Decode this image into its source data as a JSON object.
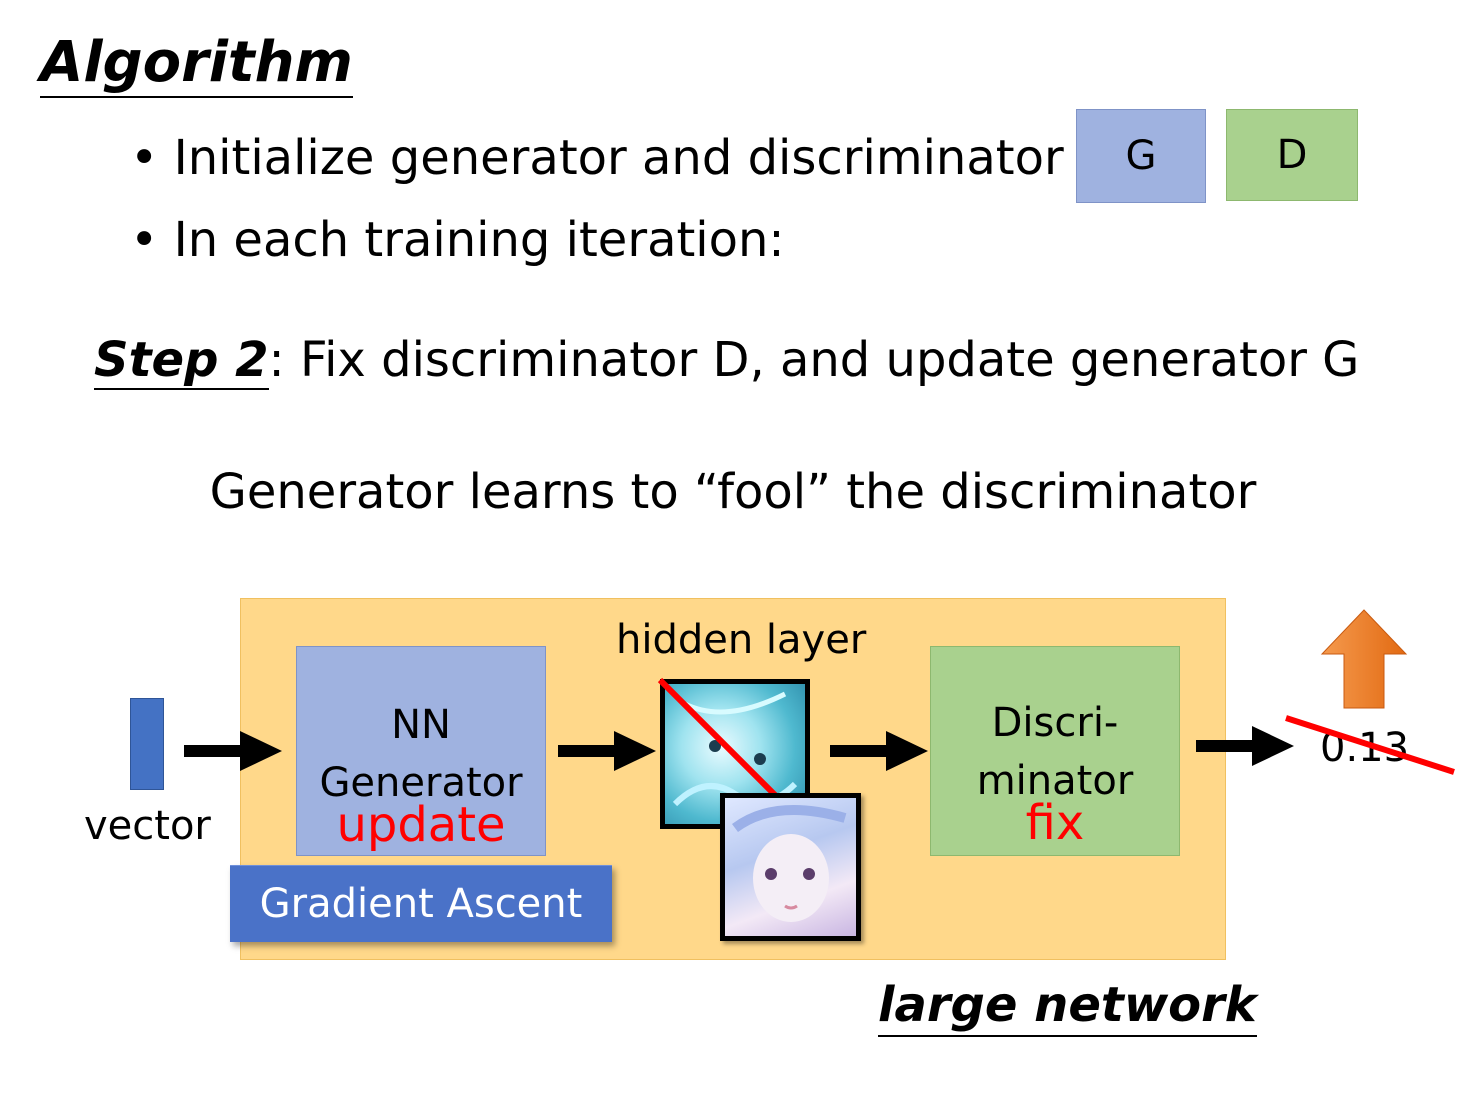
{
  "title": "Algorithm",
  "bullets": [
    "Initialize generator and discriminator",
    "In each training iteration:"
  ],
  "legend_boxes": {
    "g": "G",
    "d": "D"
  },
  "step": {
    "label": "Step 2",
    "text": ": Fix discriminator D, and update generator G"
  },
  "subtitle": "Generator learns to “fool” the discriminator",
  "diagram": {
    "input_label": "vector",
    "generator": {
      "line1": "NN",
      "line2": "Generator",
      "status": "update"
    },
    "hidden_label": "hidden layer",
    "discriminator": {
      "line1": "Discri-",
      "line2": "minator",
      "status": "fix"
    },
    "output_value": "0.13",
    "method_button": "Gradient Ascent",
    "network_label": "large network"
  },
  "colors": {
    "generator": "#9fb2e0",
    "discriminator": "#a9d18e",
    "network": "#ffd88a",
    "accent_red": "#ff0000",
    "arrow_up": "#ed7d31"
  }
}
